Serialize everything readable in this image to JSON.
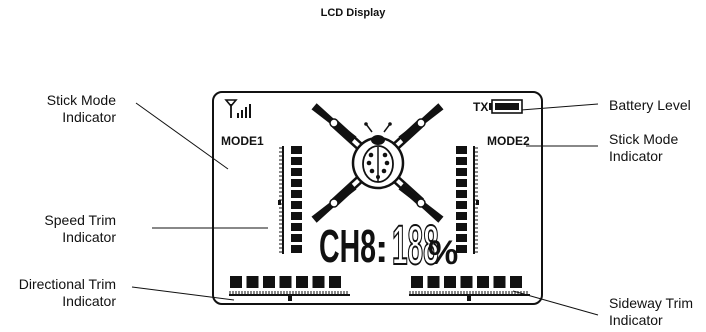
{
  "title": "LCD Display",
  "labels": {
    "stick_mode_left": [
      "Stick Mode",
      "Indicator"
    ],
    "speed_trim": [
      "Speed Trim",
      "Indicator"
    ],
    "directional_trim": [
      "Directional Trim",
      "Indicator"
    ],
    "battery_level": [
      "Battery Level"
    ],
    "stick_mode_right": [
      "Stick Mode",
      "Indicator"
    ],
    "sideway_trim": [
      "Sideway Trim",
      "Indicator"
    ]
  },
  "lcd": {
    "mode_left": "MODE1",
    "mode_right": "MODE2",
    "tx": "TX",
    "channel_text": "CH8",
    "colon": ":",
    "percent_digits": "188",
    "percent_sign": "%"
  },
  "icons": [
    "antenna-signal-icon",
    "battery-icon",
    "drone-quadcopter-icon",
    "ladybug-icon"
  ],
  "colors": {
    "lcd_ink": "#111111"
  }
}
